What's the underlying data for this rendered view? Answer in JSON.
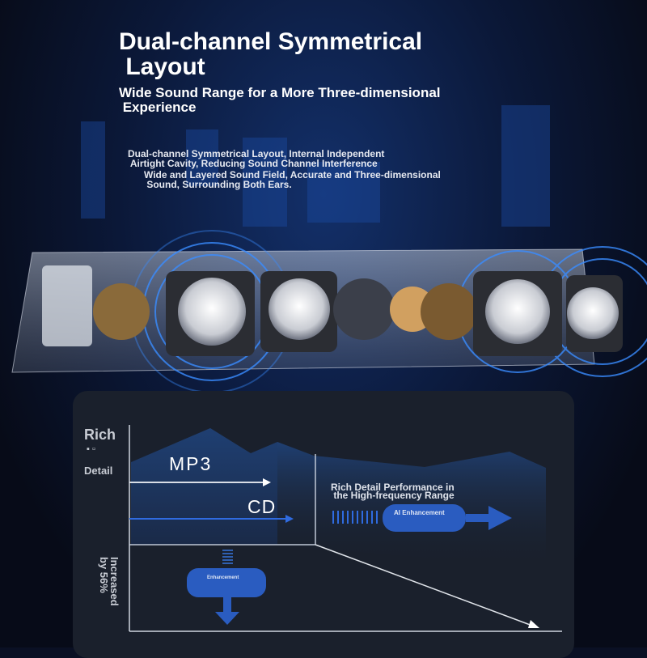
{
  "header": {
    "title": "Dual-channel Symmetrical\n Layout",
    "subtitle": "Wide Sound Range for a More Three-dimensional\n Experience",
    "feature_1": "Dual-channel Symmetrical Layout, Internal Independent\n Airtight Cavity, Reducing Sound Channel Interference",
    "feature_2": "Wide and Layered Sound Field, Accurate and Three-dimensional\n Sound, Surrounding Both Ears."
  },
  "diagram": {
    "y_label_top": "Rich",
    "y_label_bottom": "Detail",
    "y_label_rotated": "Increased\nby 56%",
    "mp3_label": "MP3",
    "cd_label": "CD",
    "high_freq_label": "Rich Detail Performance in\n the High-frequency Range",
    "ai_pill": "AI Enhancement",
    "enh_pill": "Enhancement"
  },
  "colors": {
    "accent": "#2f6be0",
    "pill": "#2a5cc0"
  }
}
